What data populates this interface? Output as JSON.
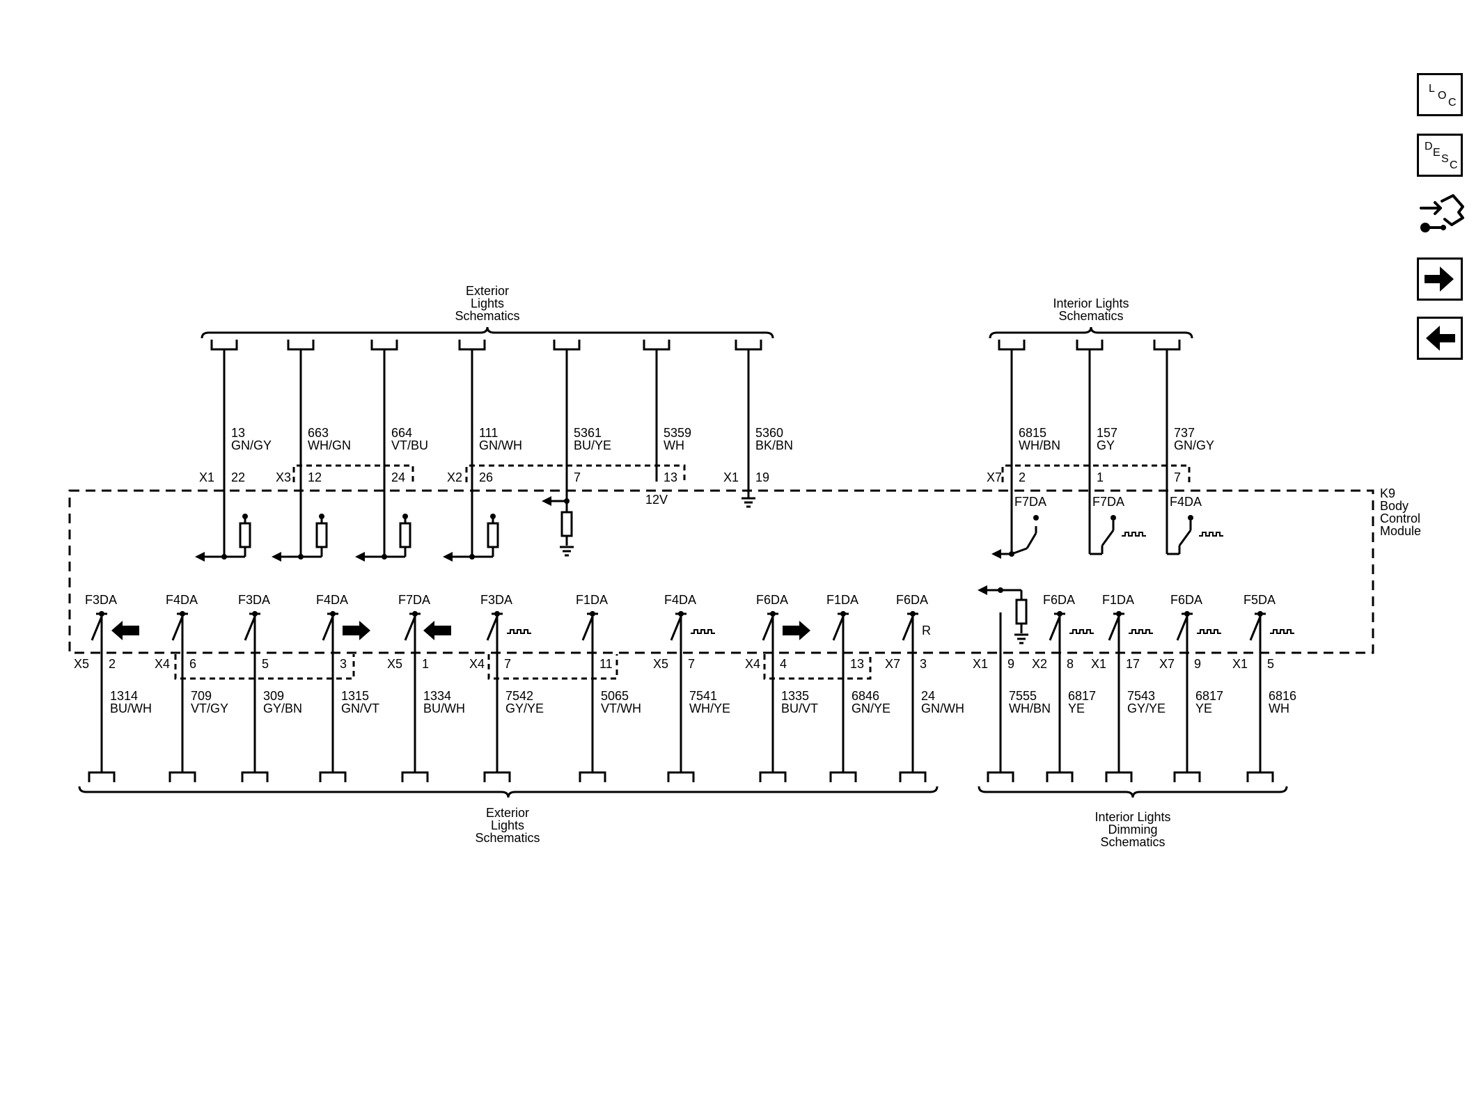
{
  "nav": {
    "loc": [
      "L",
      "O",
      "C"
    ],
    "desc": [
      "D",
      "E",
      "S",
      "C"
    ]
  },
  "groups": {
    "top_left": [
      "Exterior",
      "Lights",
      "Schematics"
    ],
    "top_right": [
      "Interior Lights",
      "Schematics"
    ],
    "bottom_left": [
      "Exterior",
      "Lights",
      "Schematics"
    ],
    "bottom_right": [
      "Interior Lights",
      "Dimming",
      "Schematics"
    ]
  },
  "module": {
    "ref": "K9",
    "name": [
      "Body",
      "Control",
      "Module"
    ],
    "supply_label": "12V"
  },
  "top_circuits": [
    {
      "circuit": "13",
      "color": "GN/GY",
      "connector": "X1",
      "pin": "22"
    },
    {
      "circuit": "663",
      "color": "WH/GN",
      "connector": "X3",
      "pin": "12"
    },
    {
      "circuit": "664",
      "color": "VT/BU",
      "connector": "",
      "pin": "24"
    },
    {
      "circuit": "111",
      "color": "GN/WH",
      "connector": "X2",
      "pin": "26"
    },
    {
      "circuit": "5361",
      "color": "BU/YE",
      "connector": "",
      "pin": "7"
    },
    {
      "circuit": "5359",
      "color": "WH",
      "connector": "",
      "pin": "13"
    },
    {
      "circuit": "5360",
      "color": "BK/BN",
      "connector": "X1",
      "pin": "19"
    },
    {
      "circuit": "6815",
      "color": "WH/BN",
      "connector": "X7",
      "pin": "2",
      "driver": "F7DA"
    },
    {
      "circuit": "157",
      "color": "GY",
      "connector": "",
      "pin": "1",
      "driver": "F7DA"
    },
    {
      "circuit": "737",
      "color": "GN/GY",
      "connector": "",
      "pin": "7",
      "driver": "F4DA"
    }
  ],
  "bottom_circuits": [
    {
      "driver": "F3DA",
      "connector": "X5",
      "pin": "2",
      "circuit": "1314",
      "color": "BU/WH"
    },
    {
      "driver": "F4DA",
      "connector": "X4",
      "pin": "6",
      "circuit": "709",
      "color": "VT/GY"
    },
    {
      "driver": "F3DA",
      "connector": "",
      "pin": "5",
      "circuit": "309",
      "color": "GY/BN"
    },
    {
      "driver": "F4DA",
      "connector": "",
      "pin": "3",
      "circuit": "1315",
      "color": "GN/VT"
    },
    {
      "driver": "F7DA",
      "connector": "X5",
      "pin": "1",
      "circuit": "1334",
      "color": "BU/WH"
    },
    {
      "driver": "F3DA",
      "connector": "X4",
      "pin": "7",
      "circuit": "7542",
      "color": "GY/YE"
    },
    {
      "driver": "F1DA",
      "connector": "",
      "pin": "11",
      "circuit": "5065",
      "color": "VT/WH"
    },
    {
      "driver": "F4DA",
      "connector": "X5",
      "pin": "7",
      "circuit": "7541",
      "color": "WH/YE"
    },
    {
      "driver": "F6DA",
      "connector": "X4",
      "pin": "4",
      "circuit": "1335",
      "color": "BU/VT"
    },
    {
      "driver": "F1DA",
      "connector": "",
      "pin": "13",
      "circuit": "6846",
      "color": "GN/YE"
    },
    {
      "driver": "F6DA",
      "connector": "X7",
      "pin": "3",
      "circuit": "24",
      "color": "GN/WH",
      "switch_label": "R"
    },
    {
      "driver": "",
      "connector": "X1",
      "pin": "9",
      "circuit": "7555",
      "color": "WH/BN"
    },
    {
      "driver": "F6DA",
      "connector": "X2",
      "pin": "8",
      "circuit": "6817",
      "color": "YE"
    },
    {
      "driver": "F1DA",
      "connector": "X1",
      "pin": "17",
      "circuit": "7543",
      "color": "GY/YE"
    },
    {
      "driver": "F6DA",
      "connector": "X7",
      "pin": "9",
      "circuit": "6817",
      "color": "YE"
    },
    {
      "driver": "F5DA",
      "connector": "X1",
      "pin": "5",
      "circuit": "6816",
      "color": "WH"
    }
  ]
}
